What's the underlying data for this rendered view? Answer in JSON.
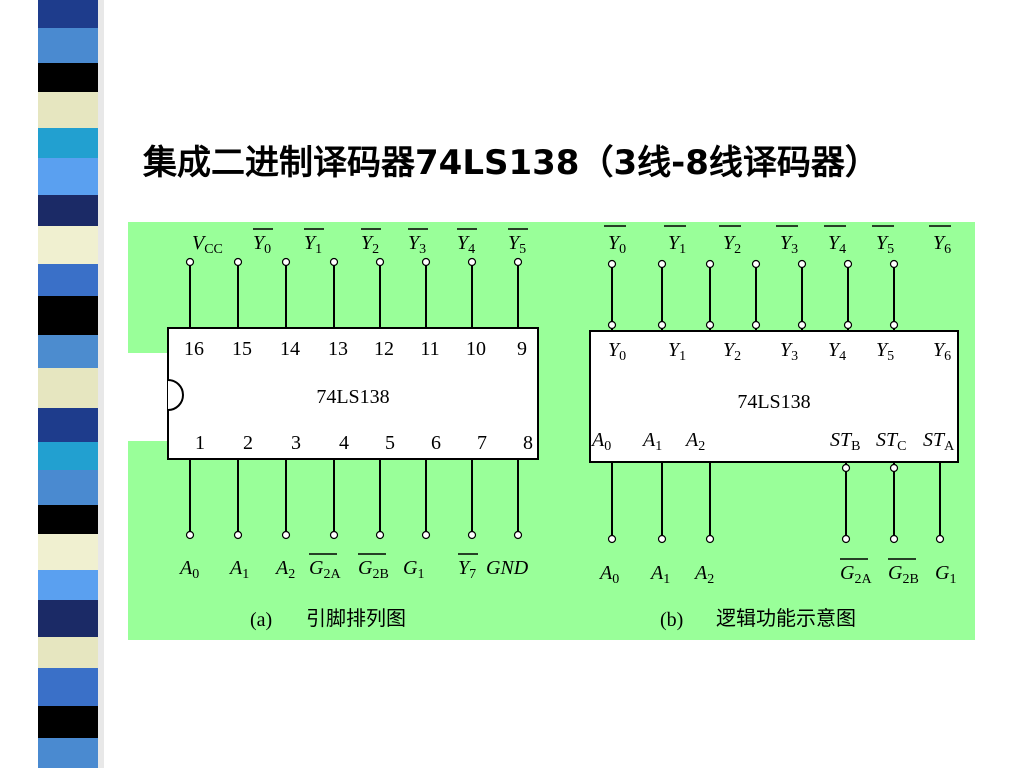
{
  "title": "集成二进制译码器74LS138（3线-8线译码器）",
  "colors": {
    "panel": "#99ff99",
    "stripe_palette": [
      "#1e3c8c",
      "#4a8ad0",
      "#000000",
      "#e6e6c0",
      "#22a0d0",
      "#5aa0f0",
      "#1b2a66",
      "#f0f0d0",
      "#3a70c8",
      "#4c8ccf"
    ]
  },
  "diagram_a": {
    "chip_label": "74LS138",
    "top_pin_numbers": [
      "16",
      "15",
      "14",
      "13",
      "12",
      "11",
      "10",
      "9"
    ],
    "bottom_pin_numbers": [
      "1",
      "2",
      "3",
      "4",
      "5",
      "6",
      "7",
      "8"
    ],
    "top_signals": [
      {
        "main": "V",
        "sub": "CC",
        "bar": false
      },
      {
        "main": "Y",
        "sub": "0",
        "bar": true
      },
      {
        "main": "Y",
        "sub": "1",
        "bar": true
      },
      {
        "main": "Y",
        "sub": "2",
        "bar": true
      },
      {
        "main": "Y",
        "sub": "3",
        "bar": true
      },
      {
        "main": "Y",
        "sub": "4",
        "bar": true
      },
      {
        "main": "Y",
        "sub": "5",
        "bar": true
      }
    ],
    "bottom_signals": [
      {
        "main": "A",
        "sub": "0",
        "bar": false
      },
      {
        "main": "A",
        "sub": "1",
        "bar": false
      },
      {
        "main": "A",
        "sub": "2",
        "bar": false
      },
      {
        "main": "G",
        "sub": "2A",
        "bar": true
      },
      {
        "main": "G",
        "sub": "2B",
        "bar": true
      },
      {
        "main": "G",
        "sub": "1",
        "bar": false
      },
      {
        "main": "Y",
        "sub": "7",
        "bar": true
      },
      {
        "main": "GND",
        "sub": "",
        "bar": false
      }
    ],
    "caption_letter": "(a)",
    "caption": "引脚排列图"
  },
  "diagram_b": {
    "chip_label": "74LS138",
    "top_signals": [
      {
        "main": "Y",
        "sub": "0"
      },
      {
        "main": "Y",
        "sub": "1"
      },
      {
        "main": "Y",
        "sub": "2"
      },
      {
        "main": "Y",
        "sub": "3"
      },
      {
        "main": "Y",
        "sub": "4"
      },
      {
        "main": "Y",
        "sub": "5"
      },
      {
        "main": "Y",
        "sub": "6"
      }
    ],
    "inner_top_signals": [
      {
        "main": "Y",
        "sub": "0"
      },
      {
        "main": "Y",
        "sub": "1"
      },
      {
        "main": "Y",
        "sub": "2"
      },
      {
        "main": "Y",
        "sub": "3"
      },
      {
        "main": "Y",
        "sub": "4"
      },
      {
        "main": "Y",
        "sub": "5"
      },
      {
        "main": "Y",
        "sub": "6"
      }
    ],
    "inner_bottom_signals": [
      {
        "main": "A",
        "sub": "0"
      },
      {
        "main": "A",
        "sub": "1"
      },
      {
        "main": "A",
        "sub": "2"
      },
      {
        "main": "ST",
        "sub": "B"
      },
      {
        "main": "ST",
        "sub": "C"
      },
      {
        "main": "ST",
        "sub": "A"
      }
    ],
    "bottom_signals": [
      {
        "main": "A",
        "sub": "0",
        "bar": false
      },
      {
        "main": "A",
        "sub": "1",
        "bar": false
      },
      {
        "main": "A",
        "sub": "2",
        "bar": false
      },
      {
        "main": "G",
        "sub": "2A",
        "bar": true
      },
      {
        "main": "G",
        "sub": "2B",
        "bar": true
      },
      {
        "main": "G",
        "sub": "1",
        "bar": false
      }
    ],
    "caption_letter": "(b)",
    "caption": "逻辑功能示意图"
  }
}
